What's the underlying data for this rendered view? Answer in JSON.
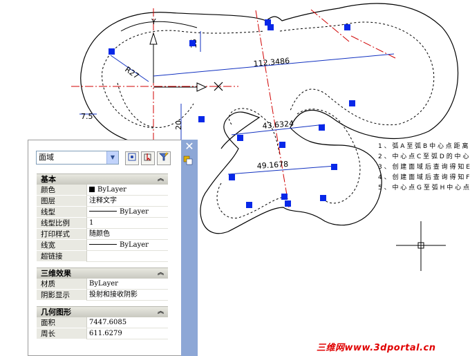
{
  "drawing": {
    "dims": {
      "d1": "15",
      "r27": "R27",
      "d112": "112.3486",
      "d75": "7.5",
      "d20": "20",
      "d43": "43.6324",
      "d49": "49.1678"
    },
    "axis_label": "Y"
  },
  "notes": [
    "1 、 弧 A 至 弧 B 中 心 点 距 离",
    "2 、 中 心 点 C 至 弧 D 的 中 心",
    "3 、 创 建 面 域 后 查 询 得 知 E",
    "4 、 创 建 面 域 后 查 询 得 知 F",
    "5 、 中 心 点 G 至 弧 H 中 心 点"
  ],
  "watermark": "三维网www.3dportal.cn",
  "palette": {
    "object_type": "面域",
    "sections": {
      "basic": {
        "title": "基本",
        "rows": [
          {
            "key": "颜色",
            "value": "ByLayer"
          },
          {
            "key": "图层",
            "value": "注释文字"
          },
          {
            "key": "线型",
            "value": "ByLayer"
          },
          {
            "key": "线型比例",
            "value": "1"
          },
          {
            "key": "打印样式",
            "value": "随颜色"
          },
          {
            "key": "线宽",
            "value": "ByLayer"
          },
          {
            "key": "超链接",
            "value": ""
          }
        ]
      },
      "effects3d": {
        "title": "三维效果",
        "rows": [
          {
            "key": "材质",
            "value": "ByLayer"
          },
          {
            "key": "阴影显示",
            "value": "投射和接收阴影"
          }
        ]
      },
      "geometry": {
        "title": "几何图形",
        "rows": [
          {
            "key": "面积",
            "value": "7447.6085"
          },
          {
            "key": "周长",
            "value": "611.6279"
          }
        ]
      }
    }
  }
}
